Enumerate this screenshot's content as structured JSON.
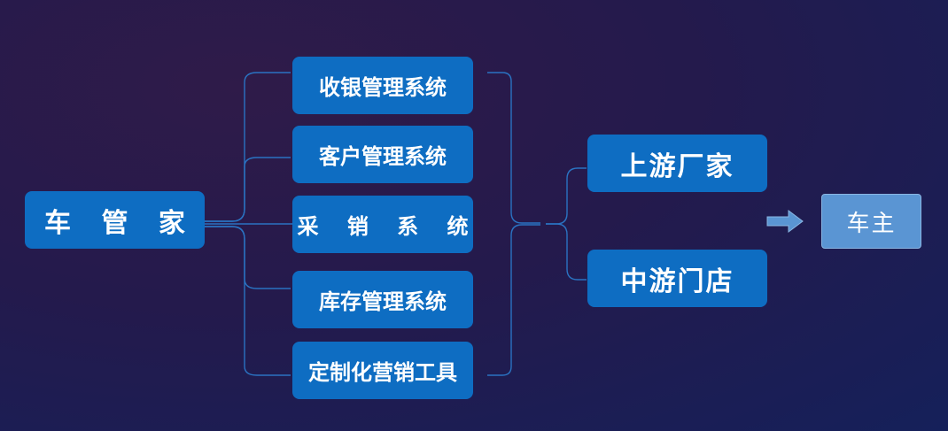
{
  "root": {
    "label": "车 管 家"
  },
  "modules": [
    {
      "label": "收银管理系统",
      "spaced": false
    },
    {
      "label": "客户管理系统",
      "spaced": false
    },
    {
      "label": "采 销 系 统",
      "spaced": true
    },
    {
      "label": "库存管理系统",
      "spaced": false
    },
    {
      "label": "定制化营销工具",
      "spaced": false
    }
  ],
  "targets": [
    {
      "label": "上游厂家"
    },
    {
      "label": "中游门店"
    }
  ],
  "end_node": {
    "label": "车主"
  },
  "colors": {
    "box": "#0e6dc2",
    "end_box": "#5a95d3",
    "connector": "#2a73c2",
    "arrow": "#5a95d3"
  },
  "icons": {
    "flow_arrow": "right-arrow-icon"
  }
}
